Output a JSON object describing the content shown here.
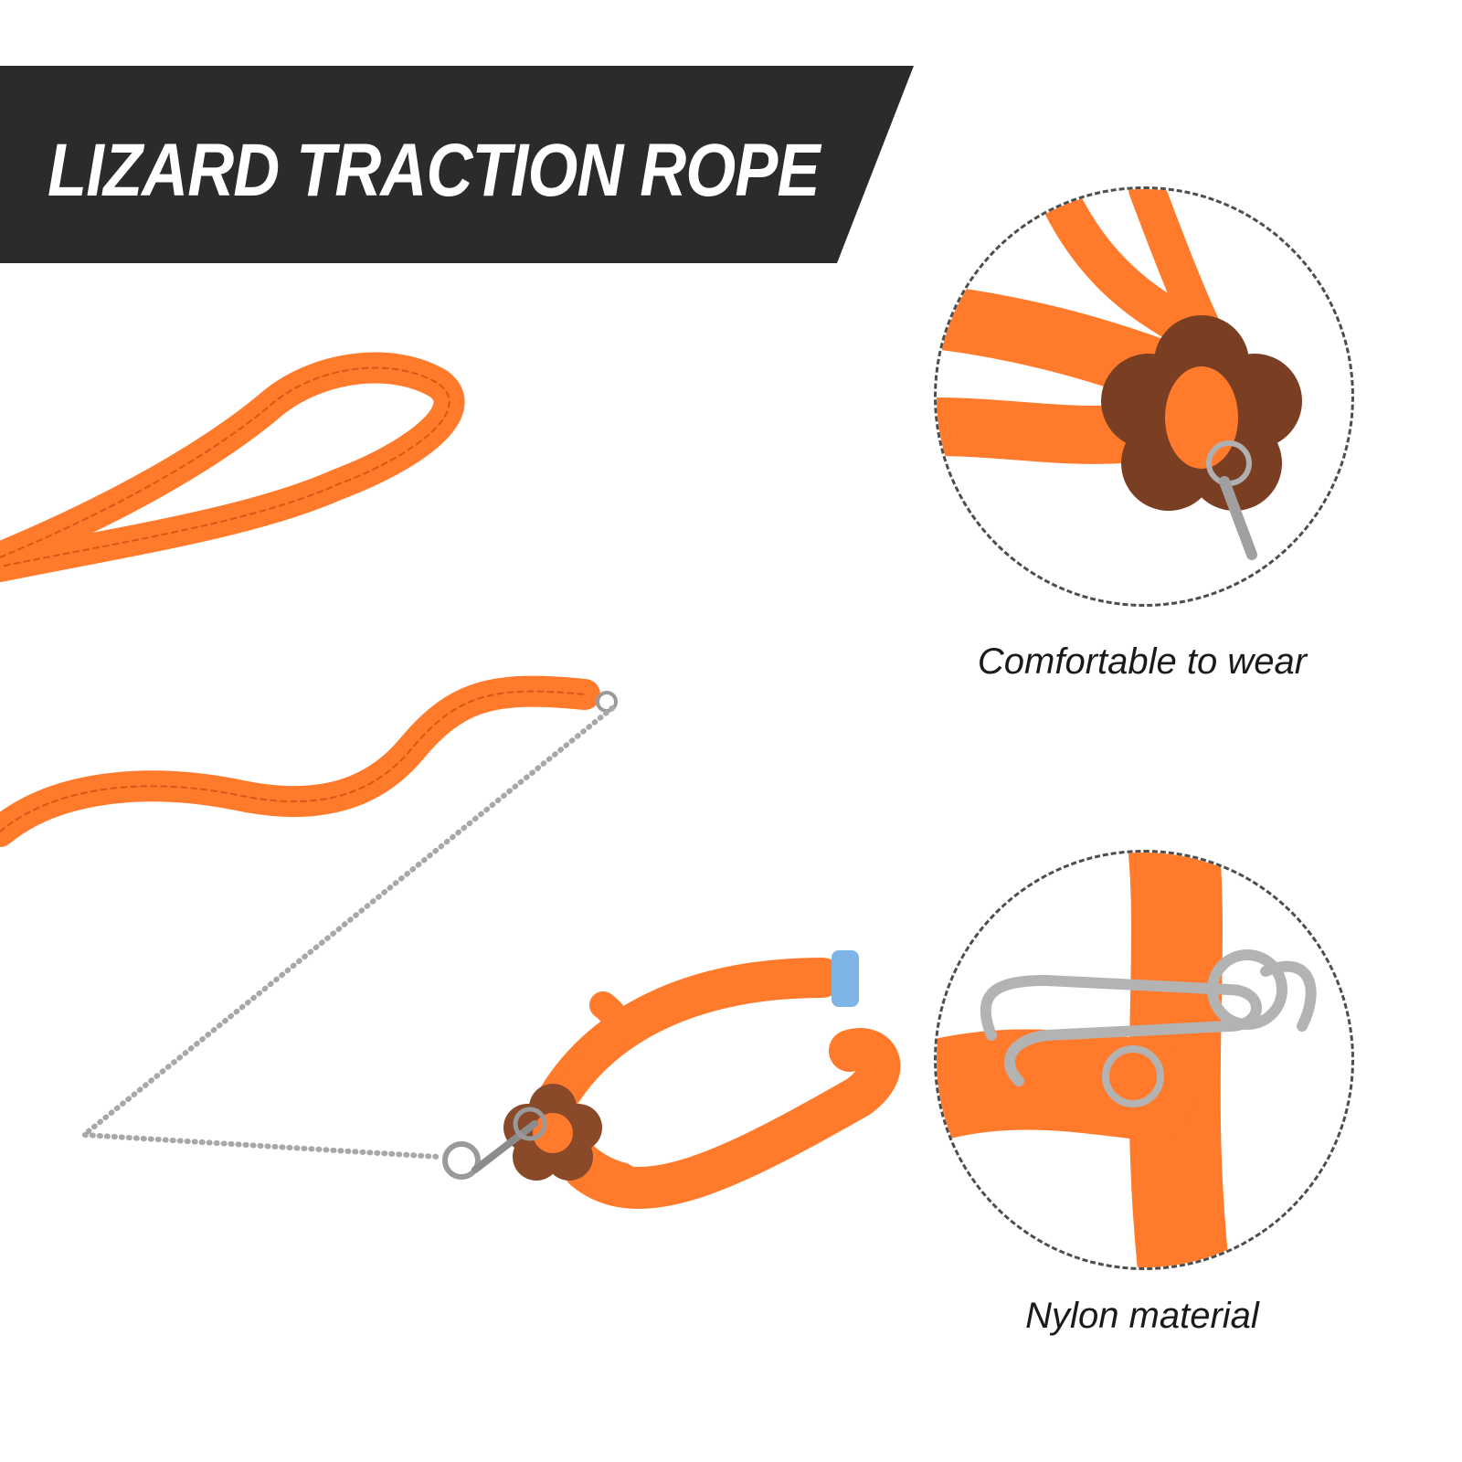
{
  "banner": {
    "title": "LIZARD TRACTION ROPE",
    "background_color": "#2b2b2b",
    "text_color": "#ffffff"
  },
  "product": {
    "image": "orange-lizard-harness-leash-with-bead-chain",
    "rope_color": "#ff7a2a",
    "clasp_color": "#8a4a2a"
  },
  "features": [
    {
      "caption": "Comfortable to wear",
      "icon": "harness-closeup-image"
    },
    {
      "caption": "Nylon material",
      "icon": "nylon-clip-closeup-image"
    }
  ]
}
